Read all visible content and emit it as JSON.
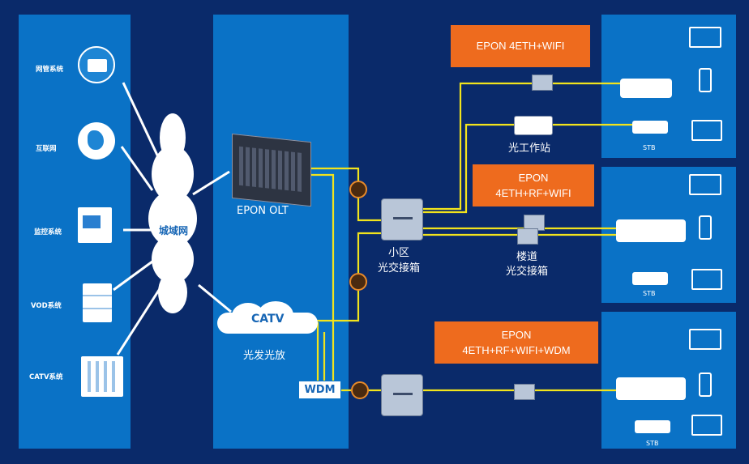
{
  "left_systems": [
    {
      "label": "网管系统",
      "icon": "network-management-icon"
    },
    {
      "label": "互联网",
      "icon": "internet-globe-icon"
    },
    {
      "label": "监控系统",
      "icon": "monitoring-camera-icon"
    },
    {
      "label": "VOD系统",
      "icon": "vod-server-icon"
    },
    {
      "label": "CATV系统",
      "icon": "catv-rack-icon"
    }
  ],
  "cloud_city_label": "城域网",
  "olt_label": "EPON OLT",
  "catv_cloud_label": "CATV",
  "optical_tx_label": "光发光放",
  "wdm_label": "WDM",
  "community_box_label_1": "小区",
  "community_box_label_2": "光交接箱",
  "floor_box_label_1": "楼道",
  "floor_box_label_2": "光交接箱",
  "optical_workstation_label": "光工作站",
  "callouts": [
    {
      "lines": [
        "EPON 4ETH+WIFI"
      ]
    },
    {
      "lines": [
        "EPON",
        "4ETH+RF+WIFI"
      ]
    },
    {
      "lines": [
        "EPON",
        "4ETH+RF+WIFI+WDM"
      ]
    }
  ],
  "stb_label": "STB",
  "colors": {
    "background": "#0a2a6a",
    "panel": "#0a72c6",
    "callout": "#ee6b1e",
    "fiber": "#f2e41c",
    "link": "#ffffff"
  }
}
